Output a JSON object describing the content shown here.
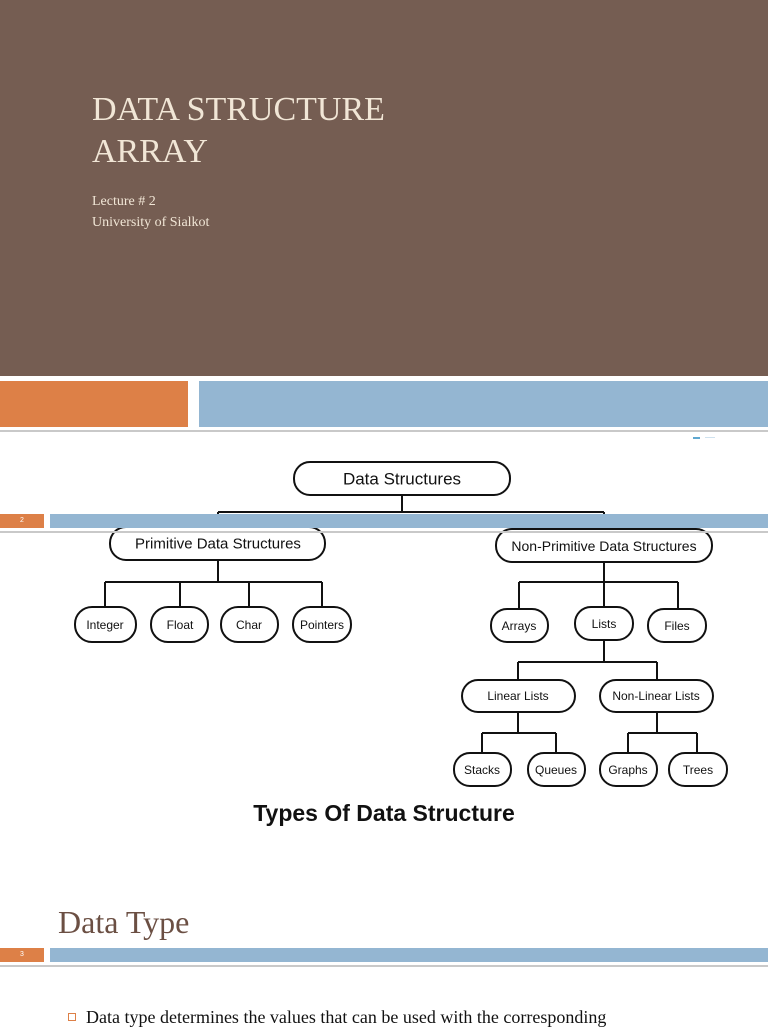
{
  "slide1": {
    "title_line1": "DATA STRUCTURE",
    "title_line2": "ARRAY",
    "lecture": "Lecture # 2",
    "university": "University of Sialkot"
  },
  "slide2": {
    "page_number": "2",
    "diagram": {
      "root": "Data Structures",
      "primitive": "Primitive Data Structures",
      "non_primitive": "Non-Primitive Data Structures",
      "integer": "Integer",
      "float": "Float",
      "char": "Char",
      "pointers": "Pointers",
      "arrays": "Arrays",
      "lists": "Lists",
      "files": "Files",
      "linear_lists": "Linear Lists",
      "non_linear_lists": "Non-Linear Lists",
      "stacks": "Stacks",
      "queues": "Queues",
      "graphs": "Graphs",
      "trees": "Trees"
    },
    "caption": "Types Of Data Structure"
  },
  "slide3": {
    "page_number": "3",
    "heading": "Data Type",
    "bullet": "Data type determines the values that can be used with the corresponding"
  },
  "colors": {
    "title_background": "#755d52",
    "accent_orange": "#dd8047",
    "accent_blue": "#94b6d2",
    "heading_brown": "#6b4f43"
  }
}
